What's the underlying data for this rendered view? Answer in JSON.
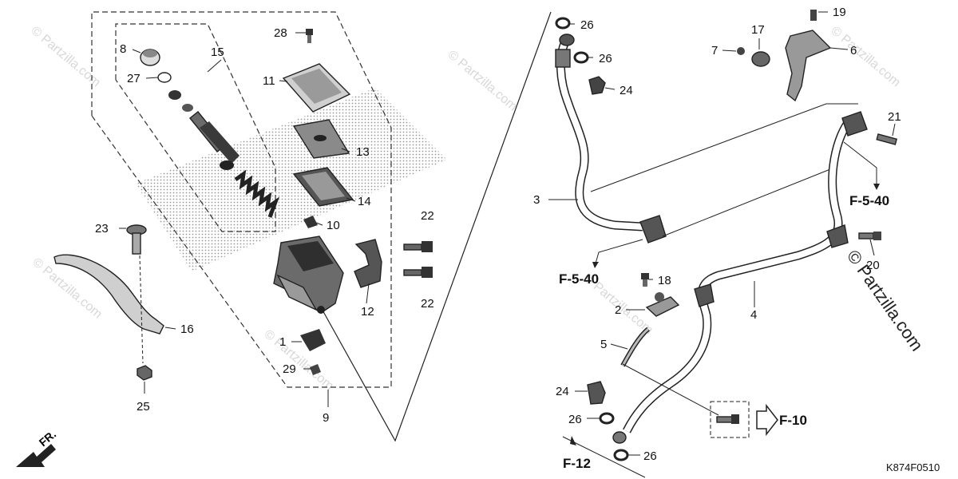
{
  "diagram_code": "K874F0510",
  "watermark": "© Partzilla.com",
  "watermark_side": "© Partzilla.com",
  "front_marker": "FR.",
  "refs": {
    "f540_upper": "F-5-40",
    "f540_left": "F-5-40",
    "f10": "F-10",
    "f12": "F-12"
  },
  "callouts": {
    "c8": "8",
    "c15": "15",
    "c27": "27",
    "c28": "28",
    "c11": "11",
    "c13": "13",
    "c14": "14",
    "c10": "10",
    "c22a": "22",
    "c22b": "22",
    "c12": "12",
    "c23": "23",
    "c16": "16",
    "c25": "25",
    "c1": "1",
    "c29": "29",
    "c9": "9",
    "c26a": "26",
    "c26b": "26",
    "c24a": "24",
    "c3": "3",
    "c19": "19",
    "c17": "17",
    "c7": "7",
    "c6": "6",
    "c21": "21",
    "c20": "20",
    "c18": "18",
    "c2": "2",
    "c4": "4",
    "c5": "5",
    "c24b": "24",
    "c26c": "26",
    "c26d": "26"
  },
  "colors": {
    "line": "#222222",
    "fill_dark": "#3a3a3a",
    "fill_mid": "#6b6b6b",
    "fill_light": "#c9c9c9",
    "dots": "#8a8a8a"
  }
}
